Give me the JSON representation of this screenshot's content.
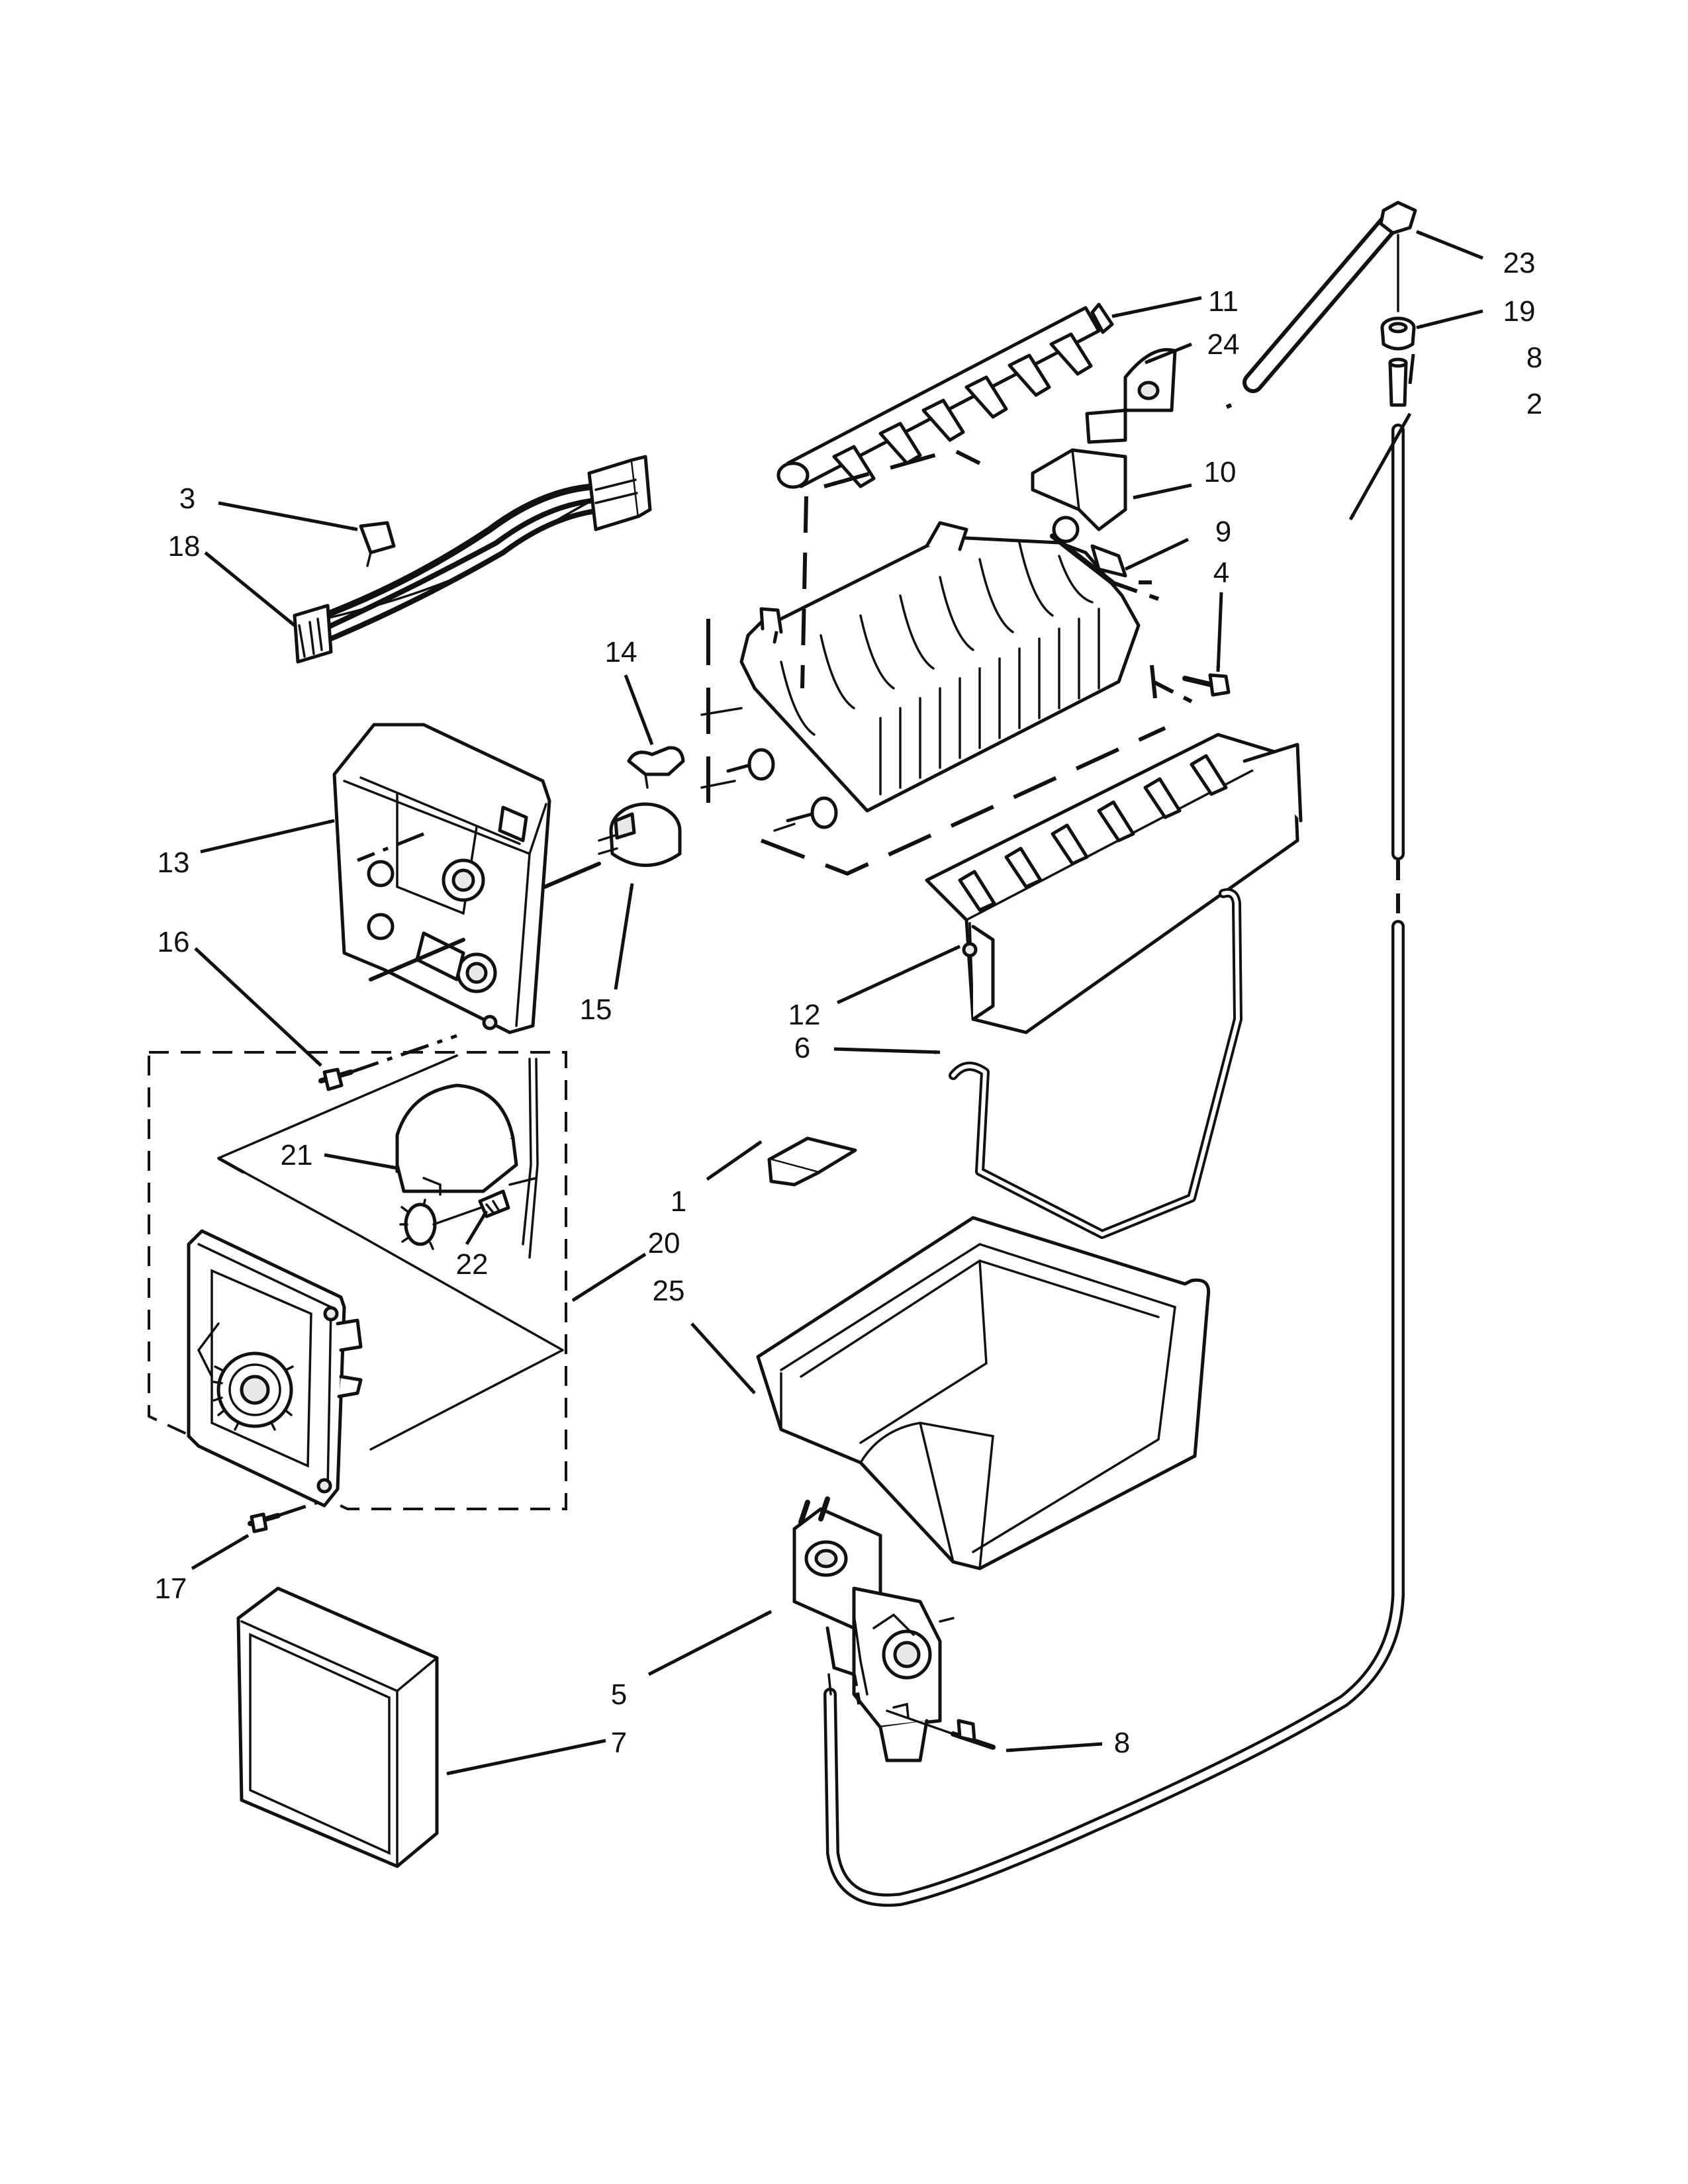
{
  "callouts": [
    {
      "id": "1",
      "text": "1"
    },
    {
      "id": "2",
      "text": "2"
    },
    {
      "id": "3",
      "text": "3"
    },
    {
      "id": "4",
      "text": "4"
    },
    {
      "id": "5",
      "text": "5"
    },
    {
      "id": "6",
      "text": "6"
    },
    {
      "id": "7",
      "text": "7"
    },
    {
      "id": "8a",
      "text": "8"
    },
    {
      "id": "8b",
      "text": "8"
    },
    {
      "id": "9",
      "text": "9"
    },
    {
      "id": "10",
      "text": "10"
    },
    {
      "id": "11",
      "text": "11"
    },
    {
      "id": "12",
      "text": "12"
    },
    {
      "id": "13",
      "text": "13"
    },
    {
      "id": "14",
      "text": "14"
    },
    {
      "id": "15",
      "text": "15"
    },
    {
      "id": "16",
      "text": "16"
    },
    {
      "id": "17",
      "text": "17"
    },
    {
      "id": "18",
      "text": "18"
    },
    {
      "id": "19",
      "text": "19"
    },
    {
      "id": "20",
      "text": "20"
    },
    {
      "id": "21",
      "text": "21"
    },
    {
      "id": "22",
      "text": "22"
    },
    {
      "id": "23",
      "text": "23"
    },
    {
      "id": "24",
      "text": "24"
    },
    {
      "id": "25",
      "text": "25"
    }
  ]
}
